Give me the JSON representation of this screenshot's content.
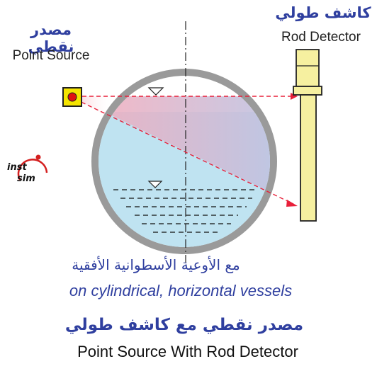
{
  "labels": {
    "source_arabic": "مصدر نقطي",
    "source_english": "Point Source",
    "detector_arabic": "كاشف طولي",
    "detector_english": "Rod Detector",
    "subtitle_arabic": "مع الأوعية الأسطوانية الأفقية",
    "subtitle_english": "on cylindrical, horizontal vessels",
    "footer_arabic": "مصدر نقطي مع كاشف طولي",
    "footer_english": "Point Source With Rod Detector"
  },
  "logo": {
    "line1": "inst",
    "line2": "sim"
  },
  "colors": {
    "accent_blue": "#2f3f9f",
    "liquid": "#bfe3f1",
    "vessel_wall": "#8a8a8a",
    "source_body": "#f5e400",
    "source_core": "#e01010",
    "detector_body": "#f6f0a0",
    "beam": "#e8203a",
    "logo_red": "#d42020"
  }
}
